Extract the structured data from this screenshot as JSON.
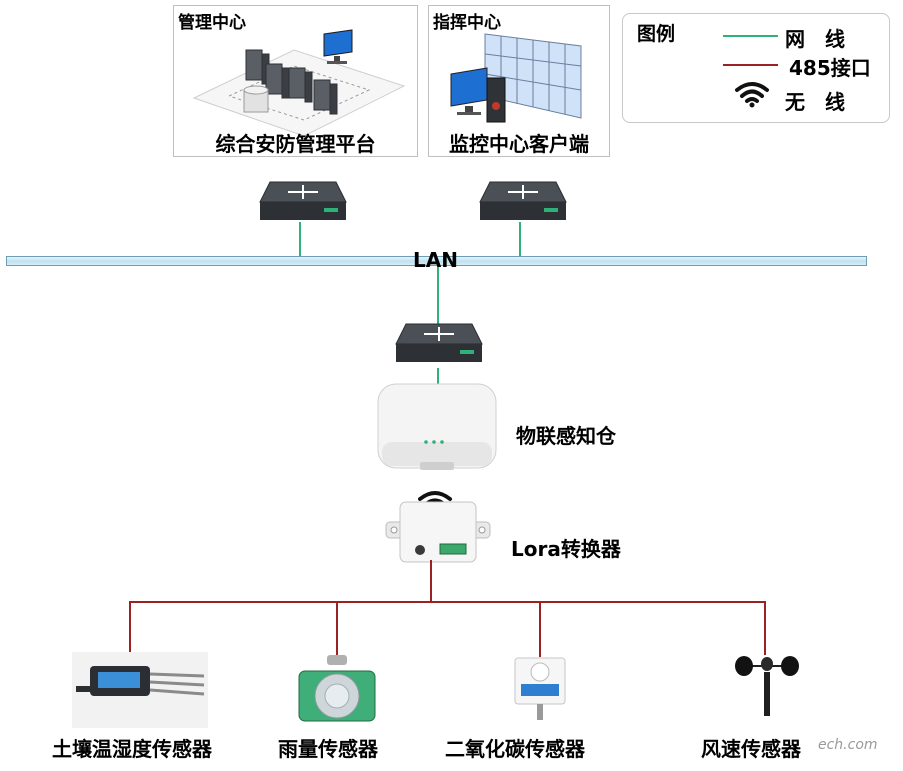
{
  "panels": {
    "management": {
      "title": "管理中心",
      "caption": "综合安防管理平台"
    },
    "command": {
      "title": "指挥中心",
      "caption": "监控中心客户端"
    }
  },
  "legend": {
    "title": "图例",
    "items": [
      {
        "label": "网　线",
        "kind": "line",
        "color": "#2fb27a"
      },
      {
        "label": "485接口",
        "kind": "line",
        "color": "#9b2222"
      },
      {
        "label": "无　线",
        "kind": "wifi-icon",
        "color": "#111111"
      }
    ]
  },
  "network": {
    "bus_label": "LAN"
  },
  "devices": {
    "iot_gateway": "物联感知仓",
    "lora_converter": "Lora转换器"
  },
  "sensors": [
    {
      "label": "土壤温湿度传感器"
    },
    {
      "label": "雨量传感器"
    },
    {
      "label": "二氧化碳传感器"
    },
    {
      "label": "风速传感器"
    }
  ],
  "watermark": "ech.com",
  "colors": {
    "ethernet": "#2fb27a",
    "rs485": "#9b2222",
    "bus": "#bfe1f0"
  }
}
